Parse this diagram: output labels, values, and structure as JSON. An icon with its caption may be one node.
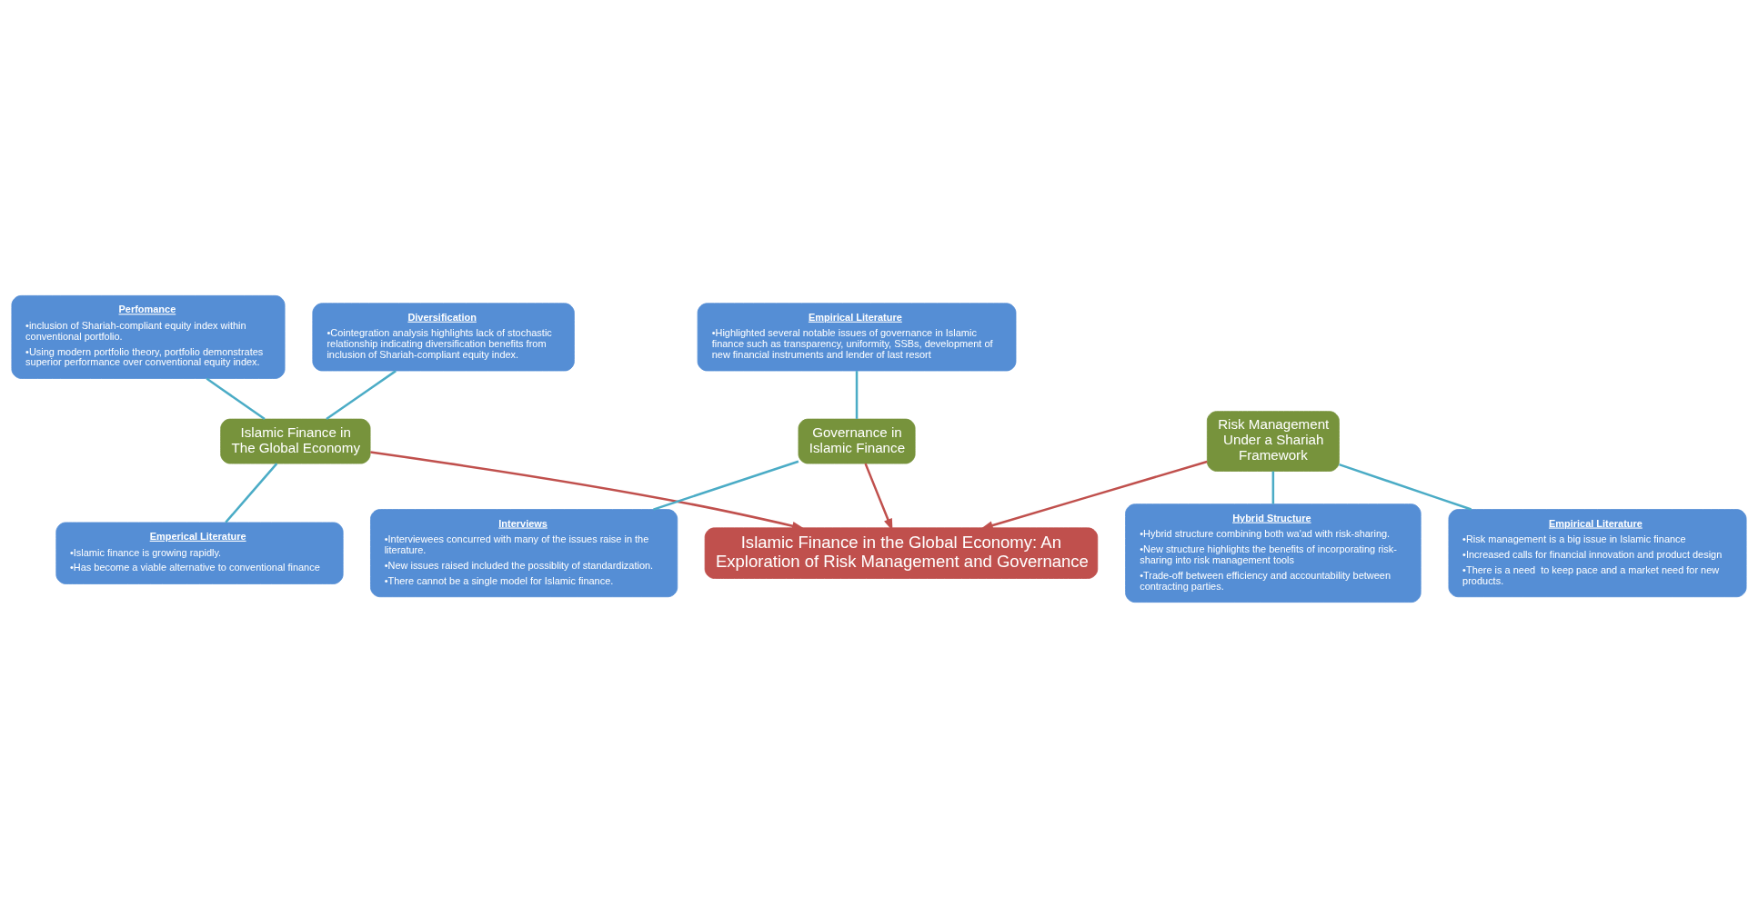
{
  "diagram": {
    "nodes": [
      {
        "text": [
          "Diversification",
          "•Cointegration analysis highlights lack of stochastic relationship indicating diversification benefits from inclusion of Shariah-compliant equity index."
        ]
      },
      {
        "text": [
          "Perfomance",
          "•inclusion of Shariah-compliant equity index within conventional portfolio.",
          "•Using modern portfolio theory, portfolio demonstrates superior performance over conventional equity index."
        ]
      },
      {
        "text": [
          "Islamic Finance in The Global Economy"
        ]
      },
      {
        "text": [
          "Emperical Literature",
          "•Islamic finance is growing rapidly.",
          "•Has become a viable alternative to conventional finance"
        ]
      },
      {
        "text": [
          "Islamic Finance in the Global Economy: An Exploration of Risk Management and Governance"
        ]
      },
      {
        "text": [
          "Empirical Literature",
          "•Highlighted several notable issues of governance in Islamic finance such as transparency, uniformity, SSBs, development of new financial instruments and lender of last resort"
        ]
      },
      {
        "text": [
          "Governance in Islamic Finance"
        ]
      },
      {
        "text": [
          "Risk Management Under a Shariah Framework"
        ]
      },
      {
        "text": [
          "Empirical Literature",
          "•Risk management is a big issue in Islamic finance",
          "•Increased calls for financial innovation and product design",
          "•There is a need  to keep pace and a market need for new products."
        ]
      },
      {
        "text": [
          "Interviews",
          "•Interviewees concurred with many of the issues raise in the literature.",
          "•New issues raised included the possiblity of standardization.",
          "•There cannot be a single model for Islamic finance."
        ]
      },
      {
        "text": [
          "Hybrid Structure",
          "•Hybrid structure combining both wa'ad with risk-sharing.",
          "•New structure highlights the benefits of incorporating risk-sharing into risk management tools",
          "•Trade-off between efficiency and accountability between contracting parties."
        ]
      }
    ],
    "edges": [
      {
        "from": 0,
        "to": 2,
        "arrow": "none"
      },
      {
        "from": 1,
        "to": 2,
        "arrow": "none"
      },
      {
        "from": 2,
        "to": 3,
        "arrow": "none"
      },
      {
        "from": 2,
        "to": 4,
        "arrow": "to",
        "color": "#c0504d"
      },
      {
        "from": 5,
        "to": 6,
        "arrow": "none"
      },
      {
        "from": 6,
        "to": 4,
        "arrow": "to",
        "color": "#c0504d"
      },
      {
        "from": 7,
        "to": 4,
        "arrow": "to",
        "color": "#c0504d"
      },
      {
        "from": 7,
        "to": 8,
        "arrow": "none"
      },
      {
        "from": 6,
        "to": 9,
        "arrow": "none"
      },
      {
        "from": 7,
        "to": 10,
        "arrow": "none"
      }
    ]
  }
}
